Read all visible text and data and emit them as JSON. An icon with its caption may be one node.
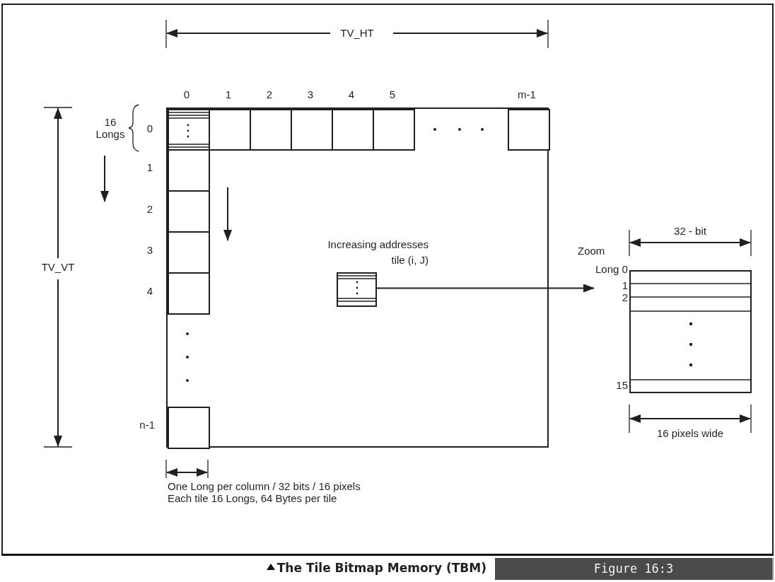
{
  "diagram": {
    "title": "The Tile Bitmap Memory (TBM)",
    "caption": "Figure 16:3",
    "nodes": [
      {
        "text": [],
        "shape": "box"
      },
      {
        "text": [],
        "shape": "box",
        "in": 0
      },
      {
        "text": [],
        "shape": "box",
        "in": 0
      },
      {
        "text": [],
        "shape": "box",
        "in": 0
      },
      {
        "text": [],
        "shape": "box",
        "in": 0
      },
      {
        "text": [],
        "shape": "box",
        "in": 0
      },
      {
        "text": [],
        "shape": "box",
        "in": 0
      },
      {
        "text": [],
        "shape": "box",
        "in": 0
      },
      {
        "text": [],
        "shape": "box",
        "in": 0
      },
      {
        "text": [],
        "shape": "box",
        "in": 0
      },
      {
        "text": [],
        "shape": "box",
        "in": 0
      },
      {
        "text": [],
        "shape": "box",
        "in": 0
      },
      {
        "text": [],
        "shape": "box",
        "in": 0
      },
      {
        "text": [],
        "shape": "box",
        "in": 0
      },
      {
        "text": [
          "Long 0"
        ]
      },
      {
        "text": [],
        "shape": "box",
        "beside": [
          "1",
          "2",
          "15"
        ]
      }
    ],
    "edges": [
      {
        "from": 12,
        "to": 14,
        "arrow": "to"
      }
    ],
    "labels": [
      "TV_HT",
      "0",
      "1",
      "2",
      "3",
      "4",
      "5",
      "m-1",
      "16 Longs",
      "0",
      "1",
      "2",
      "3",
      "4",
      "n-1",
      "TV_VT",
      "Increasing addresses",
      "tile (i, J)",
      "32 - bit",
      "Zoom",
      "16 pixels wide",
      "One Long per column / 32 bits / 16 pixels Each tile 16 Longs, 64 Bytes per tile"
    ]
  }
}
